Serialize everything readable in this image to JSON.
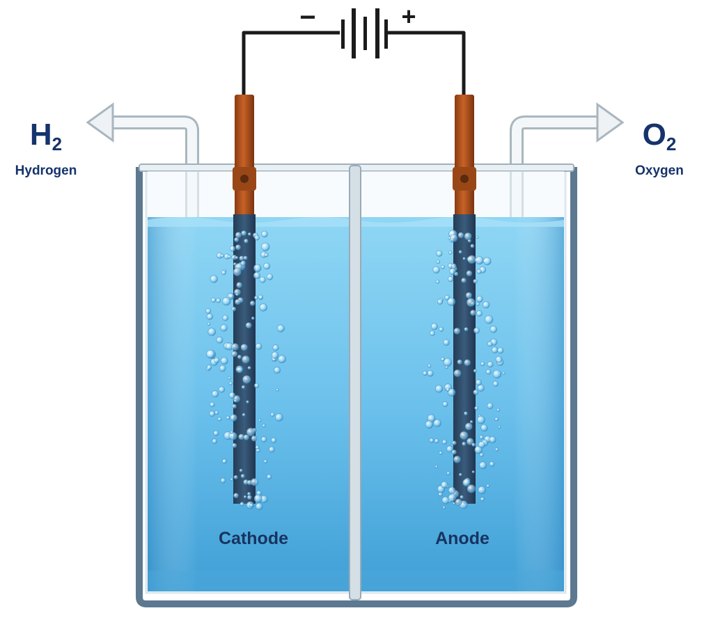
{
  "battery": {
    "negative_symbol": "−",
    "positive_symbol": "+"
  },
  "left_gas": {
    "formula": "H",
    "subscript": "2",
    "name": "Hydrogen"
  },
  "right_gas": {
    "formula": "O",
    "subscript": "2",
    "name": "Oxygen"
  },
  "electrodes": {
    "left_label": "Cathode",
    "right_label": "Anode"
  },
  "colors": {
    "water_top": "#7ccdf0",
    "water_bottom": "#3e9fd6",
    "electrode": "#2f4f6b",
    "terminal": "#b4521c",
    "wire": "#1b1b1b",
    "label_text": "#16336b"
  }
}
